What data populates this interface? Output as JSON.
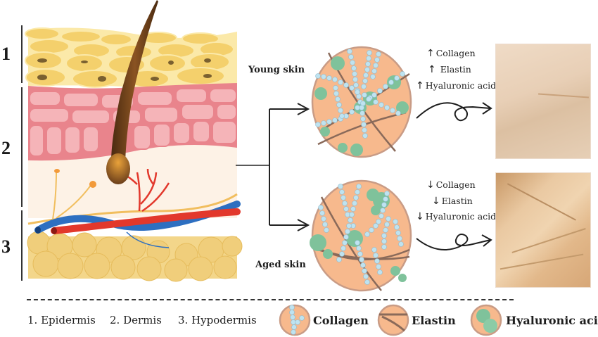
{
  "layers": {
    "numbers": [
      "1",
      "2",
      "3"
    ]
  },
  "skin_states": [
    {
      "label": "Young skin",
      "trend": "up",
      "factors": [
        "Collagen",
        "Elastin",
        "Hyaluronic acid"
      ]
    },
    {
      "label": "Aged skin",
      "trend": "down",
      "factors": [
        "Collagen",
        "Elastin",
        "Hyaluronic acid"
      ]
    }
  ],
  "arrows": {
    "up": "↑",
    "down": "↓"
  },
  "legend": {
    "layer_names": [
      "1. Epidermis",
      "2. Dermis",
      "3. Hypodermis"
    ],
    "components": [
      {
        "label": "Collagen",
        "icon": "collagen-fiber-icon"
      },
      {
        "label": "Elastin",
        "icon": "elastin-fiber-icon"
      },
      {
        "label": "Hyaluronic acid",
        "icon": "hyaluronic-acid-icon"
      }
    ]
  },
  "colors": {
    "epidermis": "#f6d77e",
    "dermis_cells": "#ef9fa5",
    "dermis_bg": "#fdf2e6",
    "hypodermis_fat": "#f0ce7b",
    "artery": "#e2382c",
    "vein": "#2d6fc1",
    "hair": "#6b3e1a",
    "circle_bg": "#f7b98d",
    "collagen_bead": "#bfe3f0",
    "hyaluronic": "#7fc29b",
    "elastin": "#8a6a5a",
    "young_photo": "#e8cfb6",
    "aged_photo": "#e0b58a"
  }
}
